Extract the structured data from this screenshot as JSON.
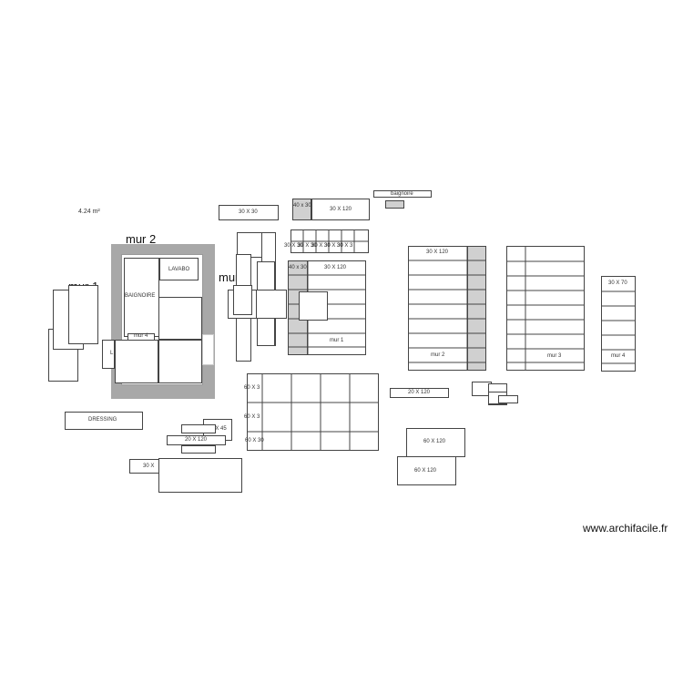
{
  "plan": {
    "area": "4.24 m²",
    "walls": {
      "mur1": "mur 1",
      "mur2": "mur 2",
      "mur3": "mur 3",
      "mur4": "mur 4"
    },
    "rooms": {
      "baignoire_upper": "BAIGNOIRE",
      "lavabo": "LAVABO",
      "baignoire_lower": "baignoire",
      "dressing": "DRESSING",
      "l": "L"
    },
    "tiles": {
      "t30x30": "30 X 30",
      "t30x120": "30 X 120",
      "t40x30": "40 x 30",
      "t30x70": "30 X 70",
      "t60x30": "60 X 30",
      "t60x45": "60 X 45",
      "t20x120": "20 X 120",
      "t60x120": "60 X 120",
      "t30x_partial": "30 X",
      "t30x3_partial": "30 X 3",
      "t60x3_partial": "60 X 3"
    }
  },
  "footer": {
    "brand": "www.archifacile.fr"
  }
}
